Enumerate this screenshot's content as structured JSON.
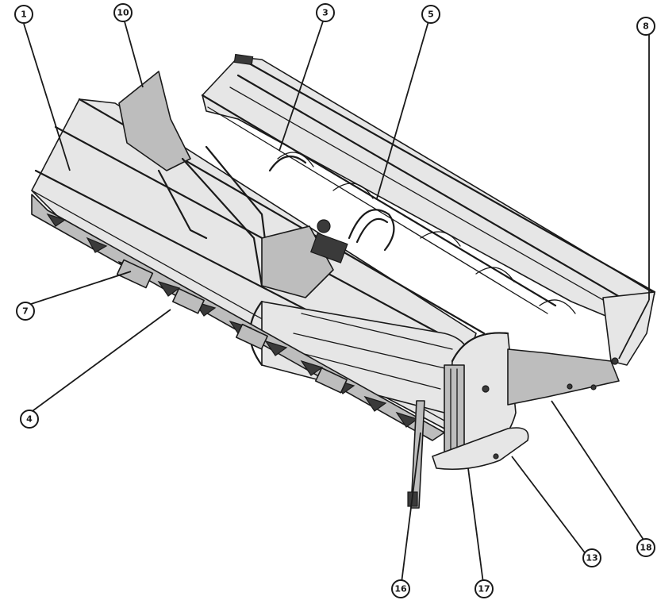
{
  "callouts": [
    {
      "id": "c1",
      "label": "1"
    },
    {
      "id": "c10",
      "label": "10"
    },
    {
      "id": "c3",
      "label": "3"
    },
    {
      "id": "c5",
      "label": "5"
    },
    {
      "id": "c8",
      "label": "8"
    },
    {
      "id": "c7",
      "label": "7"
    },
    {
      "id": "c4",
      "label": "4"
    },
    {
      "id": "c16",
      "label": "16"
    },
    {
      "id": "c17",
      "label": "17"
    },
    {
      "id": "c13",
      "label": "13"
    },
    {
      "id": "c18",
      "label": "18"
    }
  ]
}
